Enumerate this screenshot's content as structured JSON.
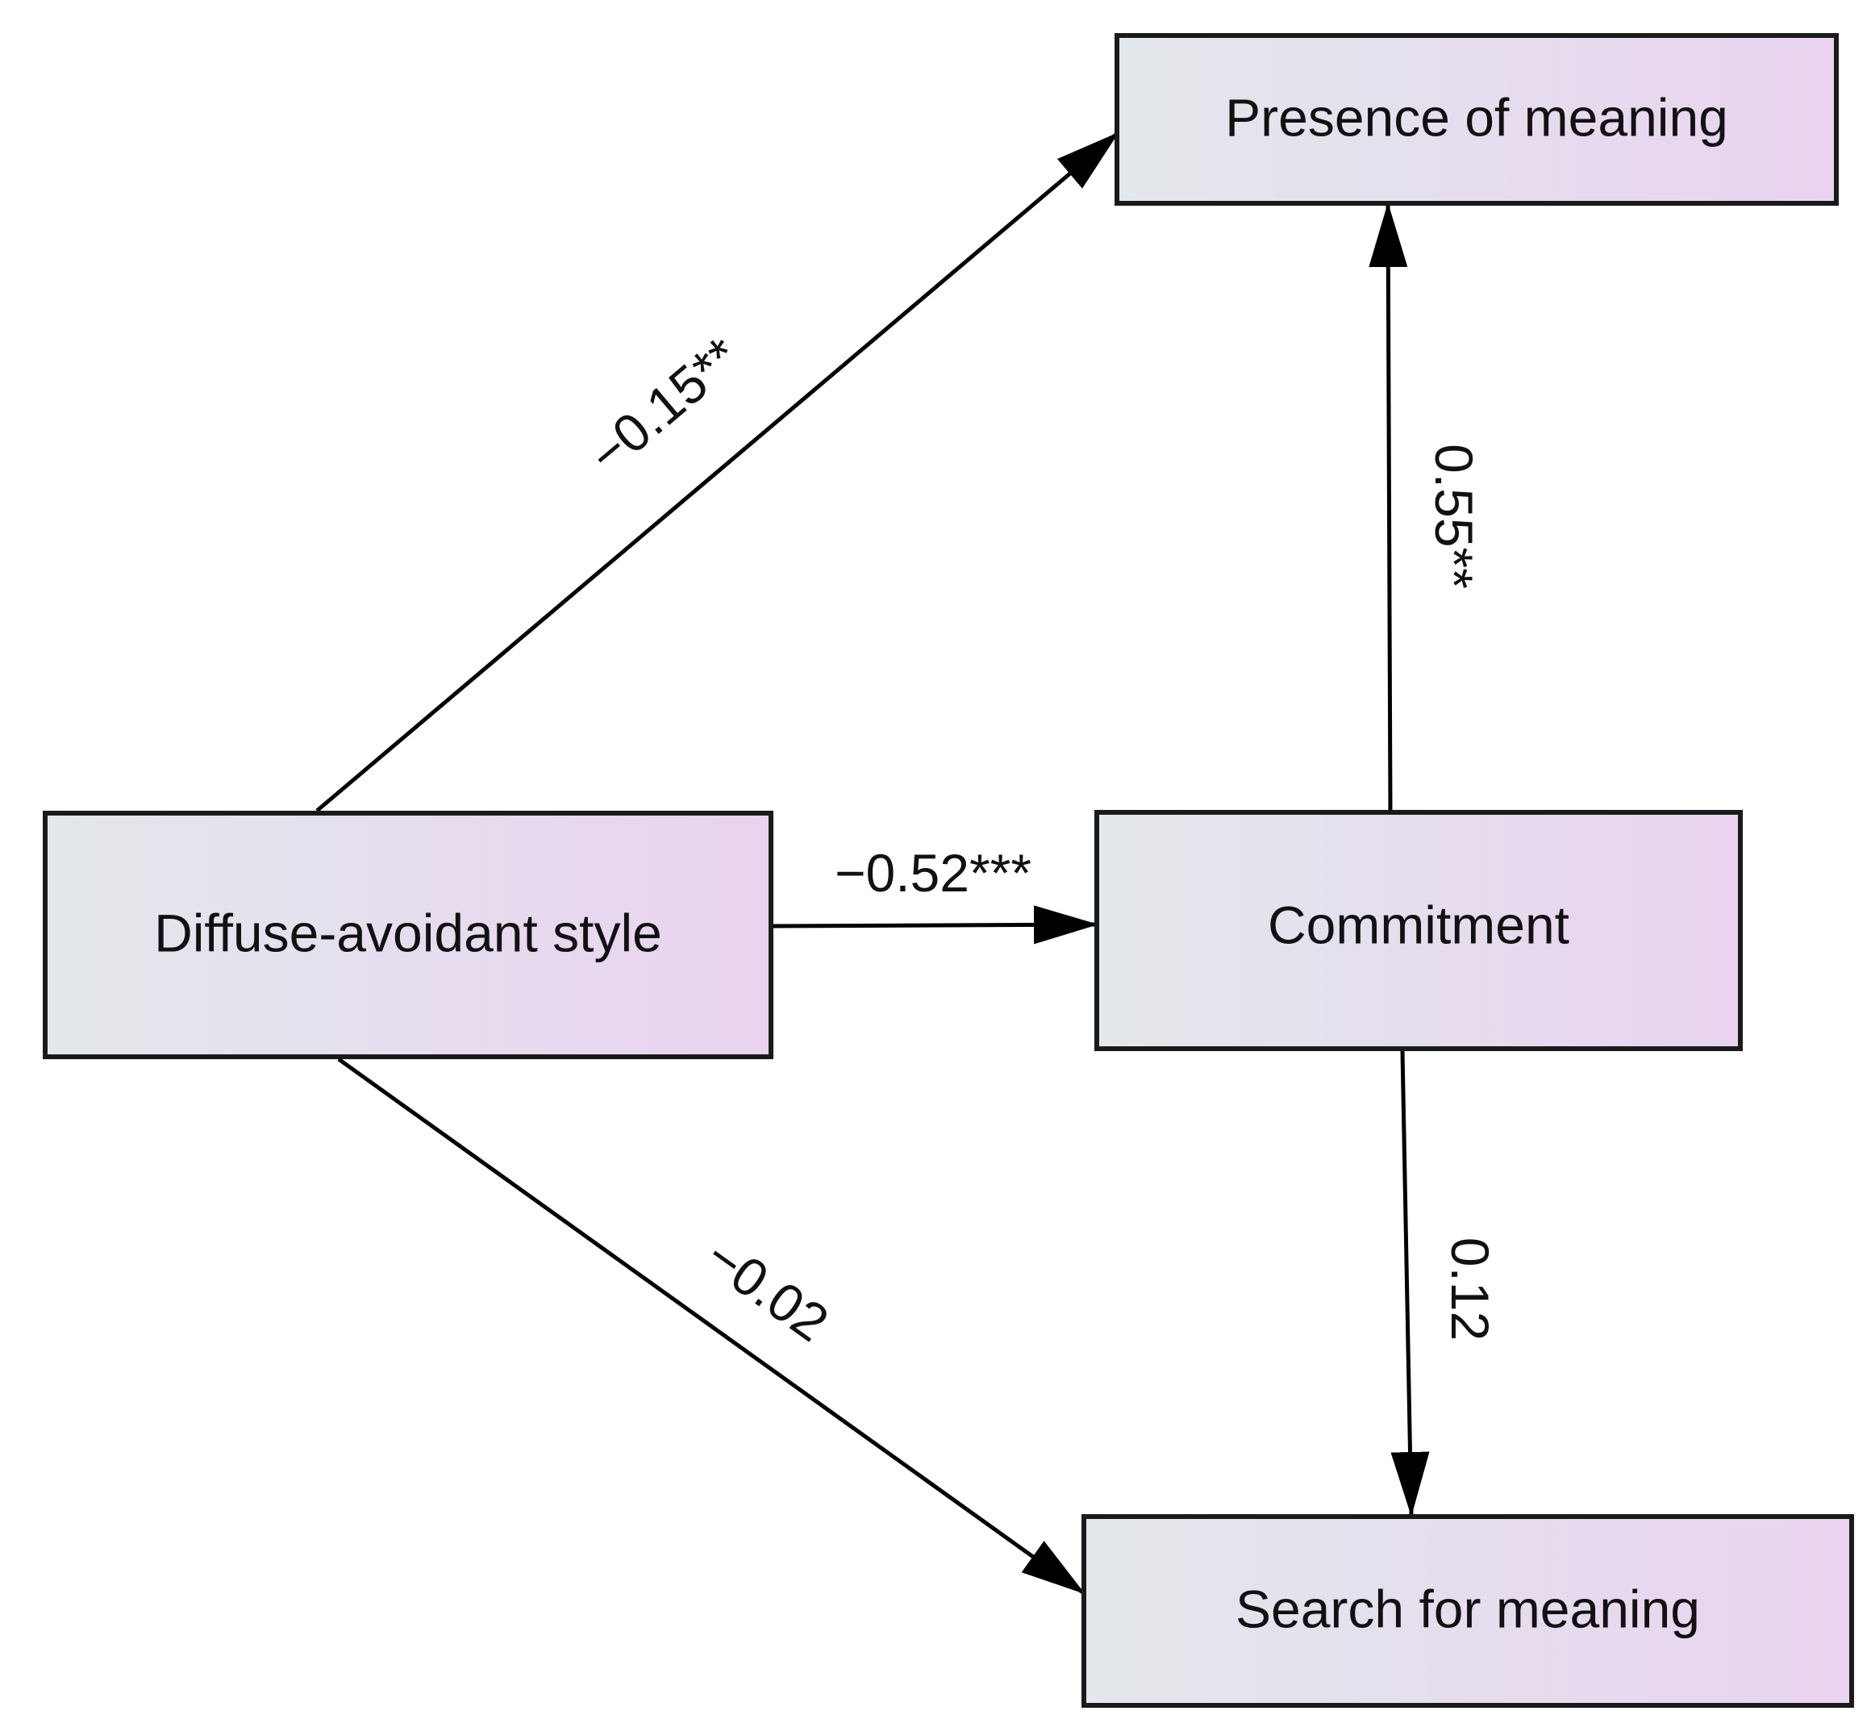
{
  "colors": {
    "box_fill_start": "#e3e8ec",
    "box_fill_end": "#e9d3f0",
    "box_border": "#1a1a1a",
    "arrow": "#000000",
    "text": "#111111"
  },
  "nodes": {
    "presence": {
      "label": "Presence of meaning"
    },
    "diffuse": {
      "label": "Diffuse-avoidant style"
    },
    "commitment": {
      "label": "Commitment"
    },
    "search": {
      "label": "Search for meaning"
    }
  },
  "edges": {
    "diffuse_presence": {
      "from": "Diffuse-avoidant style",
      "to": "Presence of meaning",
      "label": "−0.15**"
    },
    "diffuse_commitment": {
      "from": "Diffuse-avoidant style",
      "to": "Commitment",
      "label": "−0.52***"
    },
    "diffuse_search": {
      "from": "Diffuse-avoidant style",
      "to": "Search for meaning",
      "label": "−0.02"
    },
    "commitment_presence": {
      "from": "Commitment",
      "to": "Presence of meaning",
      "label": "0.55**"
    },
    "commitment_search": {
      "from": "Commitment",
      "to": "Search for meaning",
      "label": "0.12"
    }
  }
}
